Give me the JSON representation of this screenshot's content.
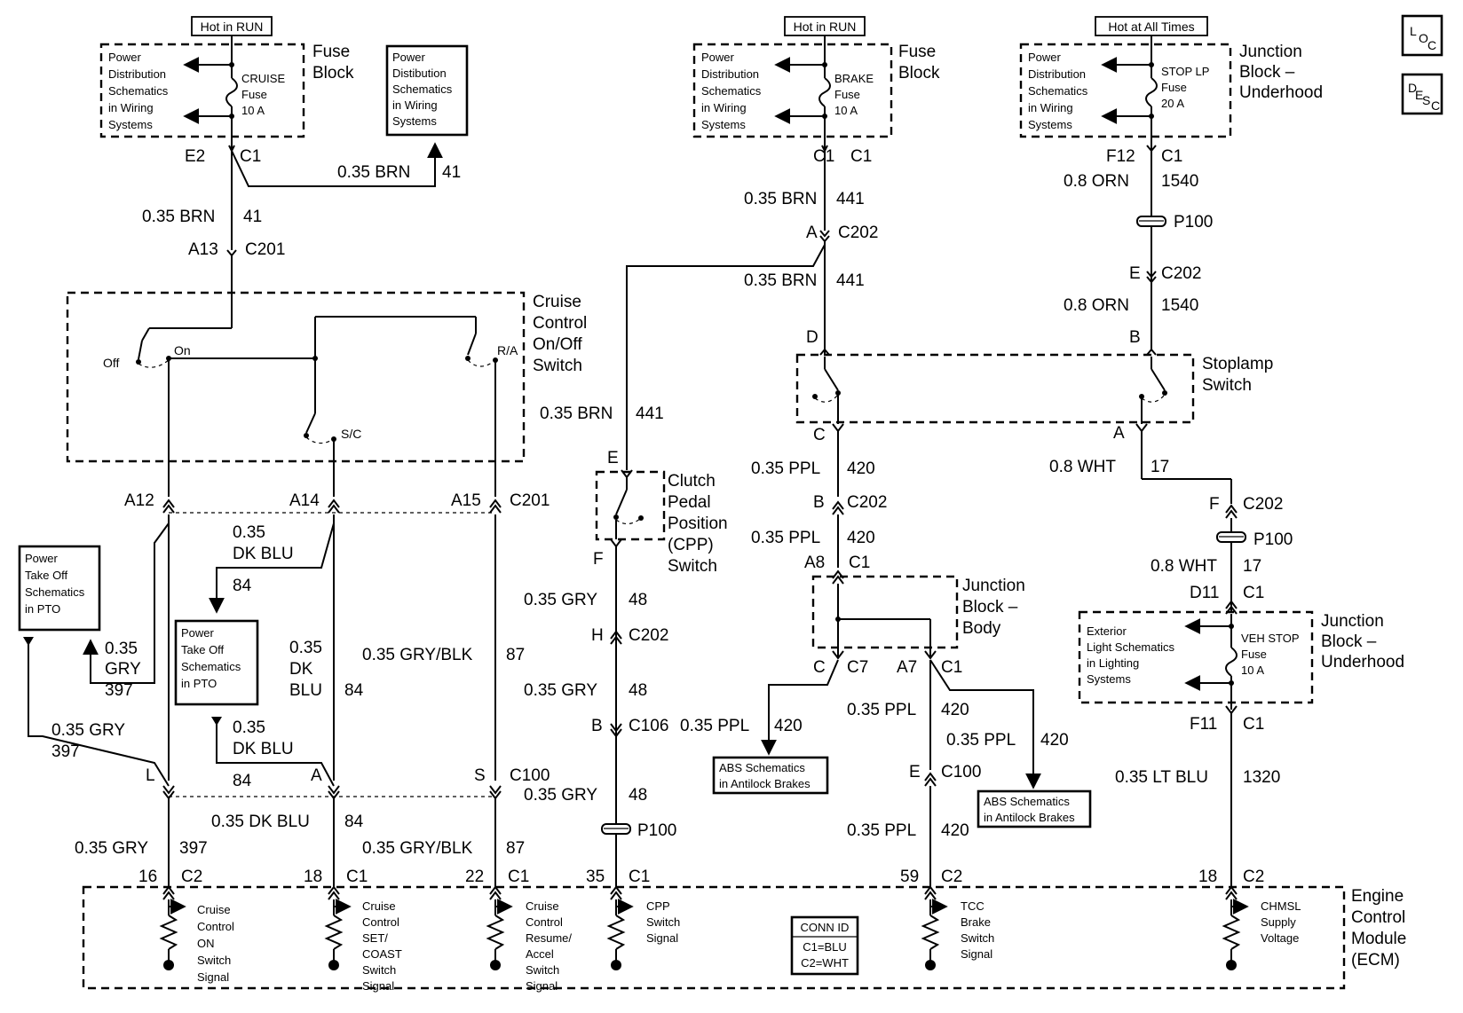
{
  "corner_icons": {
    "loc": "LOC",
    "desc": "DESC"
  },
  "hot_tags": {
    "run1": "Hot in RUN",
    "run2": "Hot in RUN",
    "always": "Hot at All Times"
  },
  "fuse_block_1": {
    "title": [
      "Fuse",
      "Block"
    ],
    "pd_lines": [
      "Power",
      "Distribution",
      "Schematics",
      "in Wiring",
      "Systems"
    ],
    "fuse": [
      "CRUISE",
      "Fuse",
      "10 A"
    ]
  },
  "pd_ref_box": [
    "Power",
    "Distibution",
    "Schematics",
    "in Wiring",
    "Systems"
  ],
  "fuse_block_2": {
    "title": [
      "Fuse",
      "Block"
    ],
    "pd_lines": [
      "Power",
      "Distribution",
      "Schematics",
      "in Wiring",
      "Systems"
    ],
    "fuse": [
      "BRAKE",
      "Fuse",
      "10 A"
    ]
  },
  "junction_block_top": {
    "title": [
      "Junction",
      "Block –",
      "Underhood"
    ],
    "pd_lines": [
      "Power",
      "Distribution",
      "Schematics",
      "in Wiring",
      "Systems"
    ],
    "fuse": [
      "STOP LP",
      "Fuse",
      "20 A"
    ]
  },
  "cruise_switch": {
    "title": [
      "Cruise",
      "Control",
      "On/Off",
      "Switch"
    ],
    "off": "Off",
    "on": "On",
    "ra": "R/A",
    "sc": "S/C"
  },
  "cpp_switch": {
    "title": [
      "Clutch",
      "Pedal",
      "Position",
      "(CPP)",
      "Switch"
    ]
  },
  "stoplamp_switch": {
    "title": [
      "Stoplamp",
      "Switch"
    ]
  },
  "junction_block_body": {
    "title": [
      "Junction",
      "Block –",
      "Body"
    ]
  },
  "junction_block_under": {
    "title": [
      "Junction",
      "Block –",
      "Underhood"
    ],
    "ext_lines": [
      "Exterior",
      "Light Schematics",
      "in Lighting",
      "Systems"
    ],
    "fuse": [
      "VEH STOP",
      "Fuse",
      "10 A"
    ]
  },
  "pto_box_left": [
    "Power",
    "Take Off",
    "Schematics",
    "in PTO"
  ],
  "pto_box_mid": [
    "Power",
    "Take Off",
    "Schematics",
    "in PTO"
  ],
  "abs_box_1": [
    "ABS Schematics",
    "in Antilock Brakes"
  ],
  "abs_box_2": [
    "ABS Schematics",
    "in Antilock Brakes"
  ],
  "ecm": {
    "title": [
      "Engine",
      "Control",
      "Module",
      "(ECM)"
    ],
    "conn_id": [
      "CONN ID",
      "C1=BLU",
      "C2=WHT"
    ],
    "signals": {
      "s1": [
        "Cruise",
        "Control",
        "ON",
        "Switch",
        "Signal"
      ],
      "s2": [
        "Cruise",
        "Control",
        "SET/",
        "COAST",
        "Switch",
        "Signal"
      ],
      "s3": [
        "Cruise",
        "Control",
        "Resume/",
        "Accel",
        "Switch",
        "Signal"
      ],
      "s4": [
        "CPP",
        "Switch",
        "Signal"
      ],
      "s5": [
        "TCC",
        "Brake",
        "Switch",
        "Signal"
      ],
      "s6": [
        "CHMSL",
        "Supply",
        "Voltage"
      ]
    }
  },
  "labels": {
    "e2": "E2",
    "c1a": "C1",
    "brn041a": "0.35 BRN",
    "n41a": "41",
    "brn041b": "0.35 BRN",
    "n41b": "41",
    "a13": "A13",
    "c201a": "C201",
    "a12": "A12",
    "a14": "A14",
    "a15": "A15",
    "c201b": "C201",
    "dkblu_a": "0.35",
    "dkblu_b": "DK BLU",
    "n84a": "84",
    "gry397a": "0.35",
    "gry397b": "GRY",
    "n397a": "397",
    "dk1": "0.35",
    "dk2": "DK",
    "dk3": "BLU",
    "n84b": "84",
    "gryblk_a": "0.35 GRY/BLK",
    "n87a": "87",
    "gry397c": "0.35 GRY",
    "n397b": "397",
    "dkblu_c": "0.35",
    "dkblu_d": "DK BLU",
    "n84c": "84",
    "l": "L",
    "a": "A",
    "s": "S",
    "c100a": "C100",
    "dkblu_e": "0.35 DK BLU",
    "n84d": "84",
    "gry397d": "0.35 GRY",
    "n397c": "397",
    "gryblk_b": "0.35 GRY/BLK",
    "n87b": "87",
    "p16": "16",
    "c2a": "C2",
    "p18a": "18",
    "c1b": "C1",
    "p22": "22",
    "c1c": "C1",
    "c1d": "C1",
    "c1e": "C1",
    "brn441a": "0.35 BRN",
    "n441a": "441",
    "pa": "A",
    "c202a": "C202",
    "brn441b": "0.35 BRN",
    "n441b": "441",
    "pd": "D",
    "brn441c": "0.35 BRN",
    "n441c": "441",
    "pe": "E",
    "pf": "F",
    "gry48a": "0.35 GRY",
    "n48a": "48",
    "ph": "H",
    "c202b": "C202",
    "gry48b": "0.35 GRY",
    "n48b": "48",
    "pb": "B",
    "c106": "C106",
    "gry48c": "0.35 GRY",
    "n48c": "48",
    "p100a": "P100",
    "p35": "35",
    "c1f": "C1",
    "pc": "C",
    "ppl420a": "0.35 PPL",
    "n420a": "420",
    "pb2": "B",
    "c202c": "C202",
    "ppl420b": "0.35 PPL",
    "n420b": "420",
    "a8": "A8",
    "c1g": "C1",
    "pc2": "C",
    "c7": "C7",
    "a7": "A7",
    "c1h": "C1",
    "ppl420c": "0.35 PPL",
    "n420c": "420",
    "ppl420d": "0.35 PPL",
    "n420d": "420",
    "ppl420e": "0.35 PPL",
    "n420e": "420",
    "pe2": "E",
    "c100b": "C100",
    "ppl420f": "0.35 PPL",
    "n420f": "420",
    "p59": "59",
    "c2b": "C2",
    "f12": "F12",
    "c1i": "C1",
    "orn_a": "0.8 ORN",
    "n1540a": "1540",
    "p100b": "P100",
    "pe3": "E",
    "c202d": "C202",
    "orn_b": "0.8 ORN",
    "n1540b": "1540",
    "pb3": "B",
    "pa3": "A",
    "wht_a": "0.8 WHT",
    "n17a": "17",
    "pf3": "F",
    "c202e": "C202",
    "p100c": "P100",
    "wht_b": "0.8 WHT",
    "n17b": "17",
    "d11": "D11",
    "c1j": "C1",
    "f11": "F11",
    "c1k": "C1",
    "ltblu": "0.35 LT BLU",
    "n1320": "1320",
    "p18b": "18",
    "c2c": "C2"
  }
}
